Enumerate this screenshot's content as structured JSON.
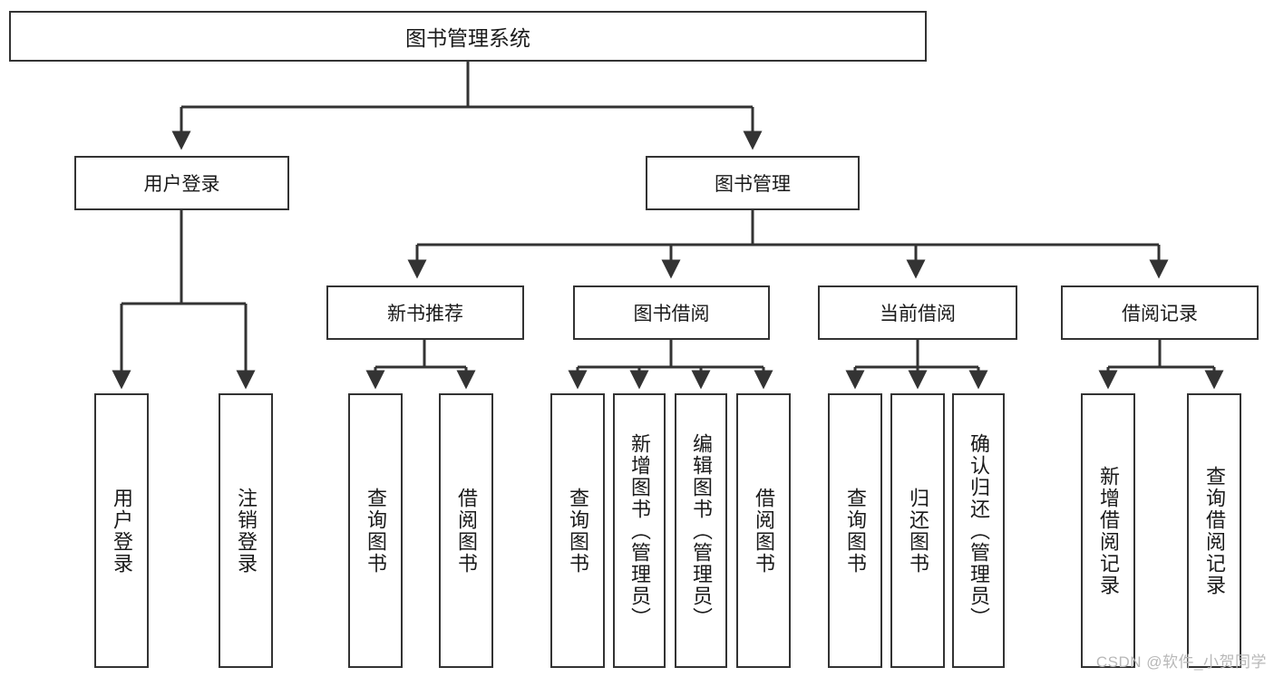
{
  "diagram": {
    "type": "tree-hierarchy",
    "title": "图书管理系统",
    "root": {
      "label": "图书管理系统"
    },
    "level1": [
      {
        "label": "用户登录"
      },
      {
        "label": "图书管理"
      }
    ],
    "level2": [
      {
        "label": "新书推荐",
        "parent": "图书管理"
      },
      {
        "label": "图书借阅",
        "parent": "图书管理"
      },
      {
        "label": "当前借阅",
        "parent": "图书管理"
      },
      {
        "label": "借阅记录",
        "parent": "图书管理"
      }
    ],
    "leaves": [
      {
        "label": "用户登录",
        "parent": "用户登录"
      },
      {
        "label": "注销登录",
        "parent": "用户登录"
      },
      {
        "label": "查询图书",
        "parent": "新书推荐"
      },
      {
        "label": "借阅图书",
        "parent": "新书推荐"
      },
      {
        "label": "查询图书",
        "parent": "图书借阅"
      },
      {
        "label": "新增图书（管理员）",
        "parent": "图书借阅"
      },
      {
        "label": "编辑图书（管理员）",
        "parent": "图书借阅"
      },
      {
        "label": "借阅图书",
        "parent": "图书借阅"
      },
      {
        "label": "查询图书",
        "parent": "当前借阅"
      },
      {
        "label": "归还图书",
        "parent": "当前借阅"
      },
      {
        "label": "确认归还（管理员）",
        "parent": "当前借阅"
      },
      {
        "label": "新增借阅记录",
        "parent": "借阅记录"
      },
      {
        "label": "查询借阅记录",
        "parent": "借阅记录"
      }
    ],
    "colors": {
      "stroke": "#333333",
      "fill": "#ffffff",
      "text": "#1a1a1a",
      "watermark": "#b8b8b8"
    }
  },
  "watermark": {
    "text": "CSDN @软件_小贺同学"
  }
}
